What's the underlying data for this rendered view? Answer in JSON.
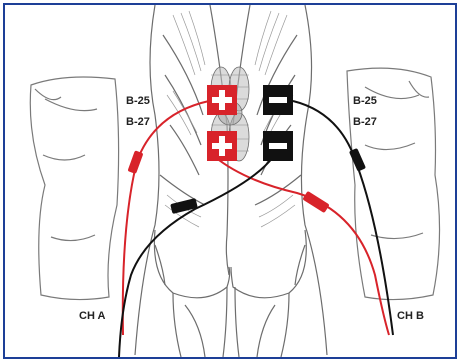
{
  "labels": {
    "left_top": "B-25",
    "left_bottom": "B-27",
    "right_top": "B-25",
    "right_bottom": "B-27",
    "channel_a": "CH A",
    "channel_b": "CH B"
  },
  "icons": {
    "positive": "plus-icon",
    "negative": "minus-icon"
  },
  "colors": {
    "frame": "#1d3f97",
    "positive_lead": "#d8232a",
    "negative_lead": "#111111",
    "anatomy_line": "#6d6d6d"
  }
}
